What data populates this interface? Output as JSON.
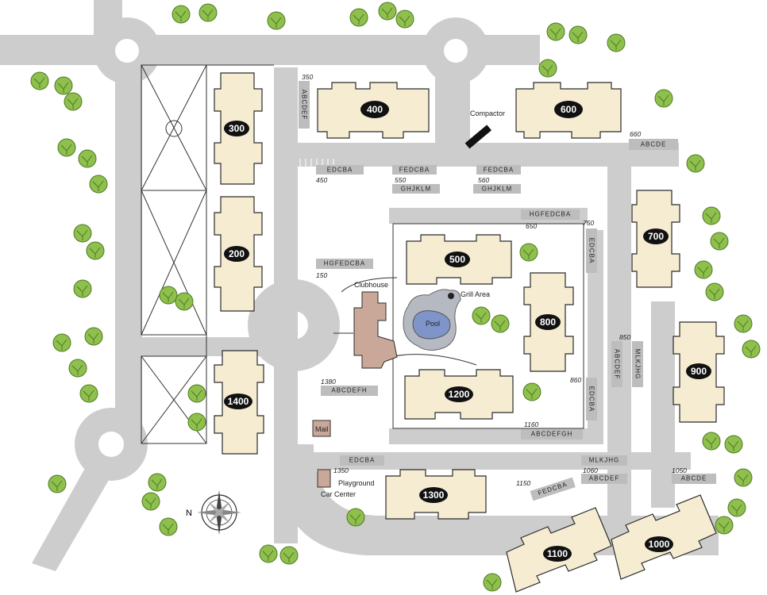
{
  "colors": {
    "road": "#cdcdcd",
    "building": "#f5ecd2",
    "clubhouse": "#c9a89a",
    "pool": "#7f94c9",
    "pool_deck": "#b5b9c2",
    "tree": "#8fbf4d",
    "parking_label": "#bdbdbd"
  },
  "buildings": [
    "400",
    "600",
    "300",
    "200",
    "700",
    "500",
    "800",
    "900",
    "1400",
    "1200",
    "1300",
    "1100",
    "1000"
  ],
  "amenities": {
    "clubhouse": "Clubhouse",
    "pool": "Pool",
    "grill": "Grill Area",
    "compactor": "Compactor",
    "mail": "Mail",
    "playground": "Playground",
    "car_center": "Car Center"
  },
  "compass": {
    "label": "N"
  },
  "address_labels": [
    "350",
    "660",
    "450",
    "550",
    "560",
    "650",
    "750",
    "150",
    "850",
    "860",
    "1380",
    "1160",
    "1060",
    "1050",
    "1350",
    "1150"
  ],
  "parking_labels": [
    "ABCDEF",
    "ABCDE",
    "EDCBA",
    "FEDCBA",
    "FEDCBA",
    "GHJKLM",
    "GHJKLM",
    "HGFEDCBA",
    "EDCBA",
    "HGFEDCBA",
    "ABCDEF",
    "MLKJHG",
    "EDCBA",
    "ABCDEFH",
    "ABCDEFGH",
    "EDCBA",
    "MLKJHG",
    "ABCDEF",
    "ABCDE",
    "FEDCBA"
  ]
}
